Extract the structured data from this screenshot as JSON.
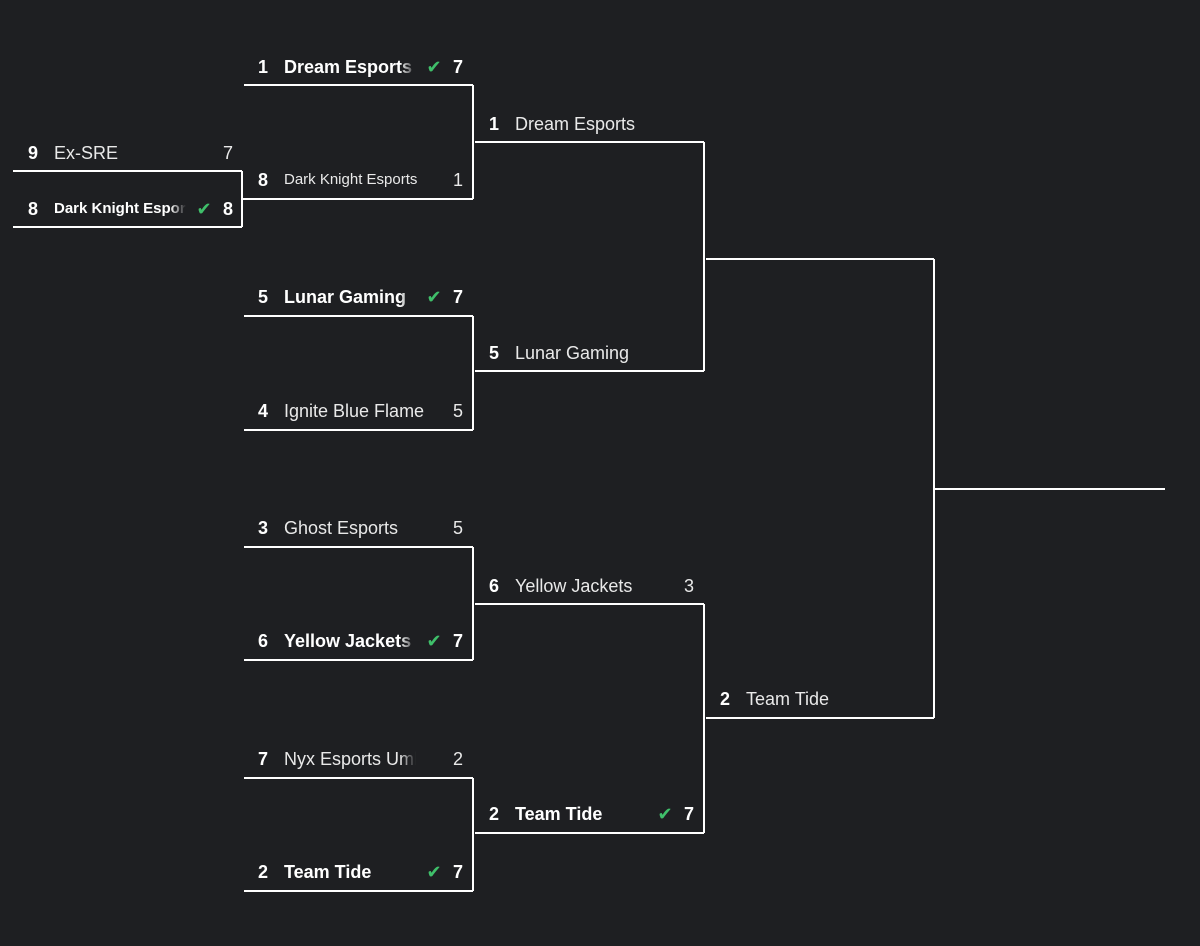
{
  "colors": {
    "background": "#1e1f22",
    "line": "#ffffff",
    "text": "#ffffff",
    "check": "#3fbf6a"
  },
  "check_icon": "checkmark-icon",
  "rounds": {
    "play_in": {
      "match": {
        "top": {
          "seed": "9",
          "name": "Ex-SRE",
          "score": "7",
          "winner": false
        },
        "bottom": {
          "seed": "8",
          "name": "Dark Knight Esports",
          "score": "8",
          "winner": true
        }
      }
    },
    "round_1": [
      {
        "top": {
          "seed": "1",
          "name": "Dream Esports",
          "score": "7",
          "winner": true
        },
        "bottom": {
          "seed": "8",
          "name": "Dark Knight Esports",
          "score": "1",
          "winner": false
        }
      },
      {
        "top": {
          "seed": "5",
          "name": "Lunar Gaming",
          "score": "7",
          "winner": true
        },
        "bottom": {
          "seed": "4",
          "name": "Ignite Blue Flame",
          "score": "5",
          "winner": false
        }
      },
      {
        "top": {
          "seed": "3",
          "name": "Ghost Esports",
          "score": "5",
          "winner": false
        },
        "bottom": {
          "seed": "6",
          "name": "Yellow Jackets",
          "score": "7",
          "winner": true
        }
      },
      {
        "top": {
          "seed": "7",
          "name": "Nyx Esports Umbra",
          "score": "2",
          "winner": false
        },
        "bottom": {
          "seed": "2",
          "name": "Team Tide",
          "score": "7",
          "winner": true
        }
      }
    ],
    "round_2": [
      {
        "top": {
          "seed": "1",
          "name": "Dream Esports",
          "score": "",
          "winner": false
        },
        "bottom": {
          "seed": "5",
          "name": "Lunar Gaming",
          "score": "",
          "winner": false
        }
      },
      {
        "top": {
          "seed": "6",
          "name": "Yellow Jackets",
          "score": "3",
          "winner": false
        },
        "bottom": {
          "seed": "2",
          "name": "Team Tide",
          "score": "7",
          "winner": true
        }
      }
    ],
    "round_3": [
      {
        "top": {
          "seed": "",
          "name": "",
          "score": "",
          "winner": false
        },
        "bottom": {
          "seed": "2",
          "name": "Team Tide",
          "score": "",
          "winner": false
        }
      }
    ]
  }
}
